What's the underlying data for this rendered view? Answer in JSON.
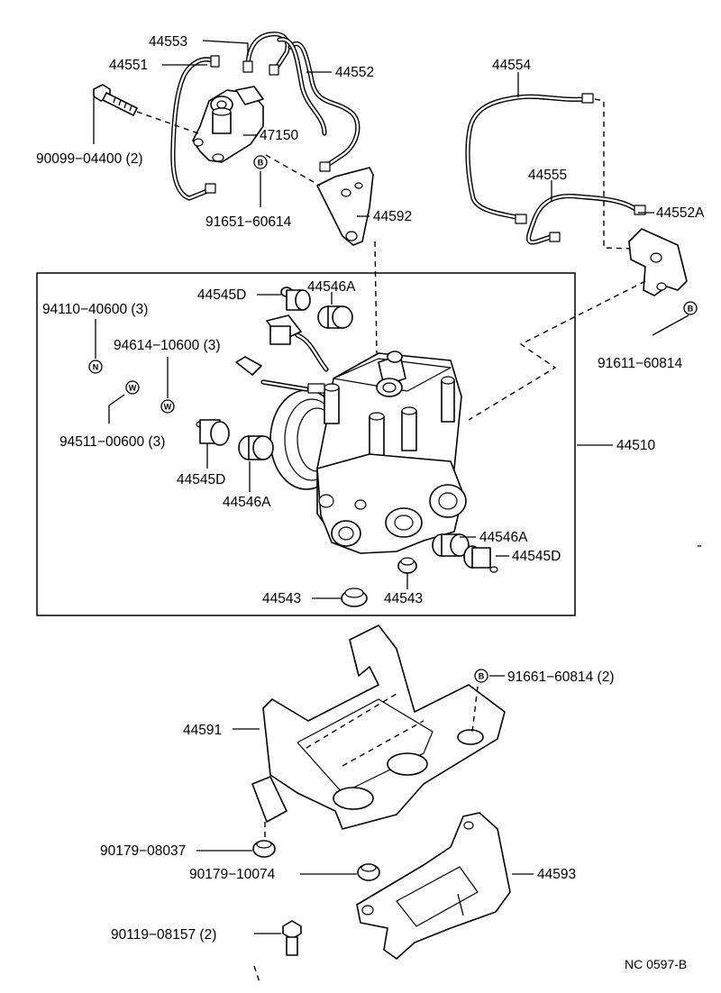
{
  "labels": {
    "p44553": "44553",
    "p44551": "44551",
    "p44552": "44552",
    "p47150": "47150",
    "p90099": "90099−04400 (2)",
    "p91651": "91651−60614",
    "p44592": "44592",
    "p44554": "44554",
    "p44555": "44555",
    "p44552A": "44552A",
    "p91611": "91611−60814",
    "p44545D_a": "44545D",
    "p44546A_a": "44546A",
    "p94110": "94110−40600 (3)",
    "p94614": "94614−10600 (3)",
    "p94511": "94511−00600 (3)",
    "p44545D_b": "44545D",
    "p44546A_b": "44546A",
    "p44510": "44510",
    "p44546A_c": "44546A",
    "p44545D_c": "44545D",
    "p44543_a": "44543",
    "p44543_b": "44543",
    "p91661": "91661−60814 (2)",
    "p44591": "44591",
    "p90179_08037": "90179−08037",
    "p90179_10074": "90179−10074",
    "p44593": "44593",
    "p90119": "90119−08157 (2)",
    "drawing_code": "NC 0597-B"
  },
  "tags": {
    "b1": "B",
    "b2": "B",
    "b3": "B",
    "n": "N",
    "w1": "W",
    "w2": "W"
  }
}
